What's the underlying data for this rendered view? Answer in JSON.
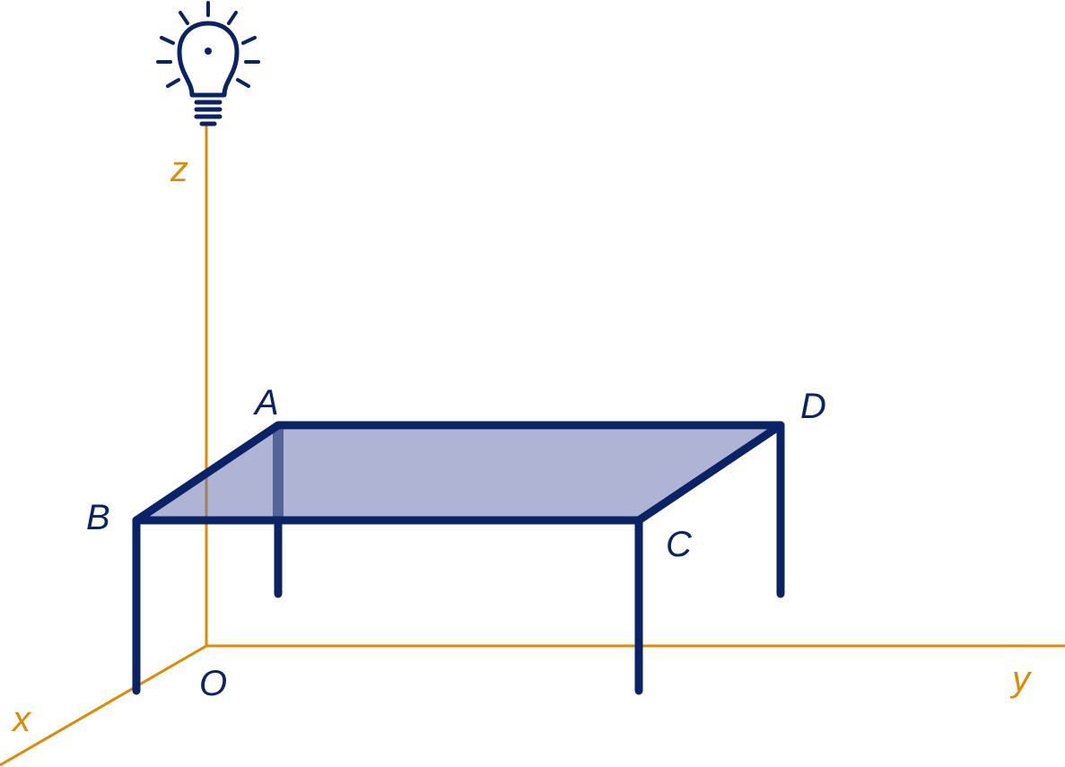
{
  "diagram": {
    "axes": {
      "origin_label": "O",
      "x_label": "x",
      "y_label": "y",
      "z_label": "z"
    },
    "points": {
      "A": "A",
      "B": "B",
      "C": "C",
      "D": "D"
    },
    "icons": {
      "light_source": "light-bulb-icon"
    },
    "colors": {
      "axis": "#E08A00",
      "table": "#0A2366",
      "table_top_fill": "#6E77B0",
      "label_axis": "#E08A00",
      "label_point": "#0A2366"
    }
  }
}
